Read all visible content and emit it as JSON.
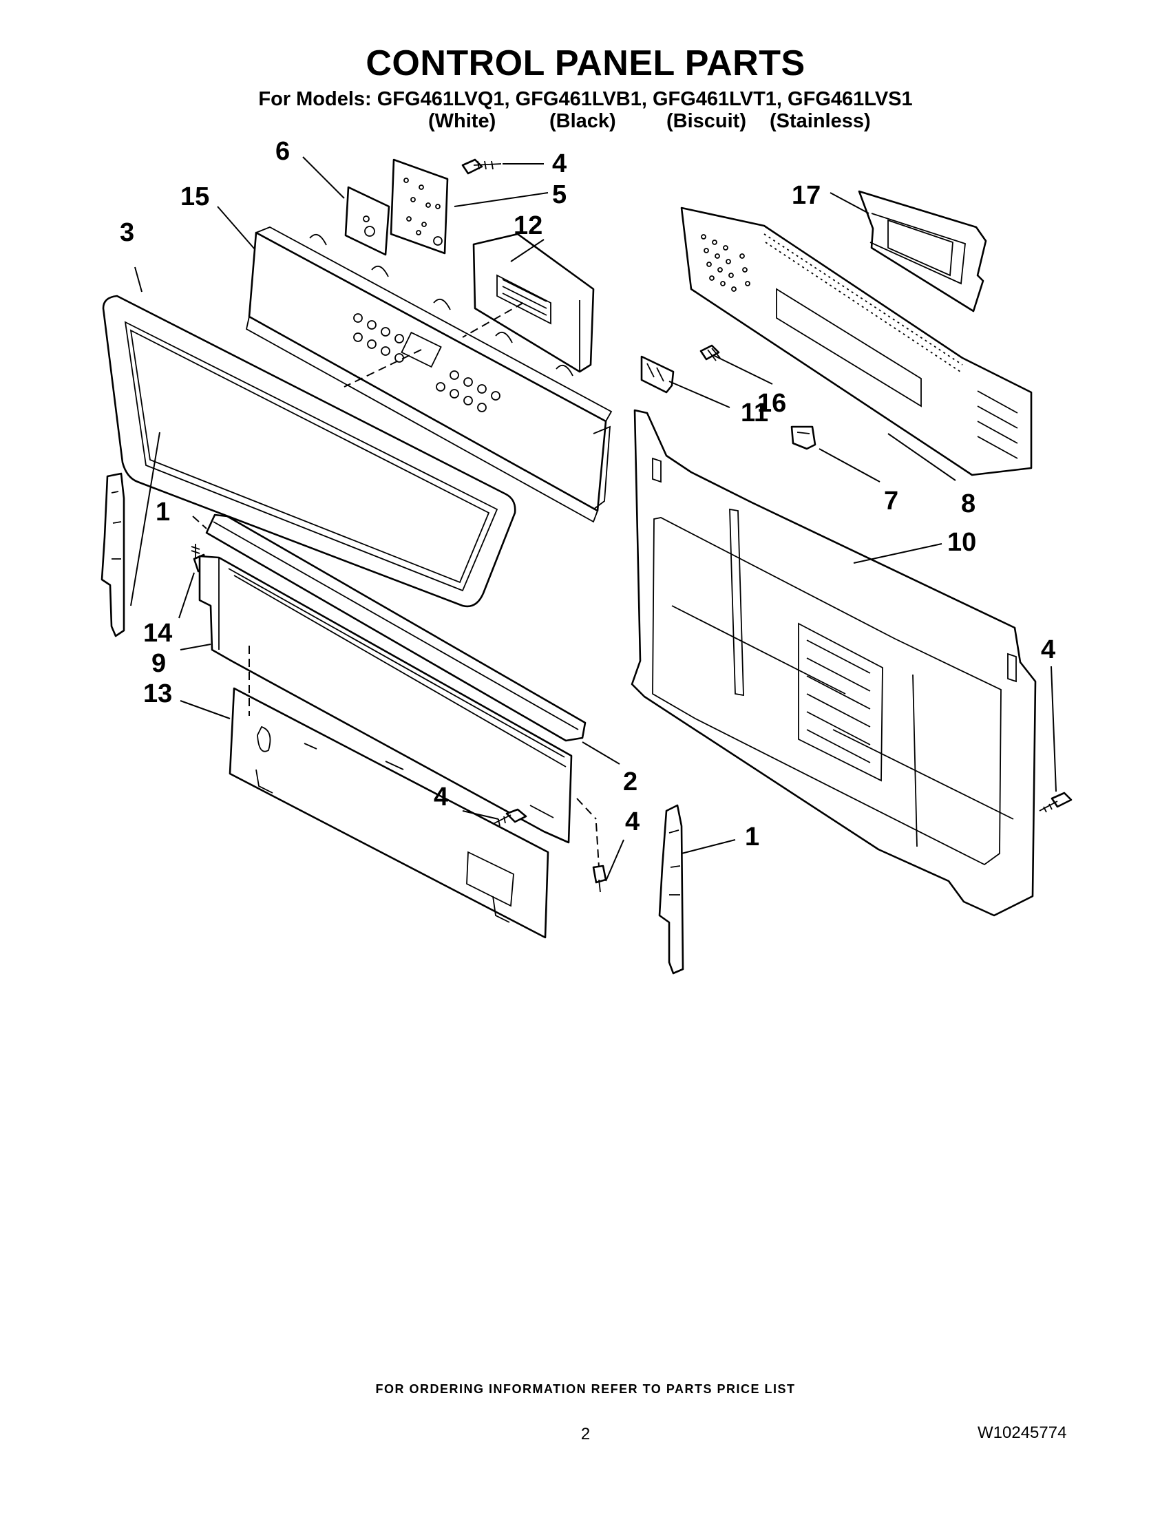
{
  "header": {
    "title": "CONTROL PANEL PARTS",
    "models_line": "For Models: GFG461LVQ1, GFG461LVB1, GFG461LVT1, GFG461LVS1",
    "finishes": [
      "(White)",
      "(Black)",
      "(Biscuit)",
      "(Stainless)"
    ]
  },
  "callouts": {
    "c1a": "1",
    "c1b": "1",
    "c2": "2",
    "c3": "3",
    "c4a": "4",
    "c4b": "4",
    "c4c": "4",
    "c4d": "4",
    "c5": "5",
    "c6": "6",
    "c7": "7",
    "c8": "8",
    "c9": "9",
    "c10": "10",
    "c11": "11",
    "c12": "12",
    "c13": "13",
    "c14": "14",
    "c15": "15",
    "c16": "16",
    "c17": "17"
  },
  "footer": {
    "ordering_note": "FOR ORDERING INFORMATION REFER TO PARTS PRICE LIST",
    "page_number": "2",
    "document_number": "W10245774"
  }
}
